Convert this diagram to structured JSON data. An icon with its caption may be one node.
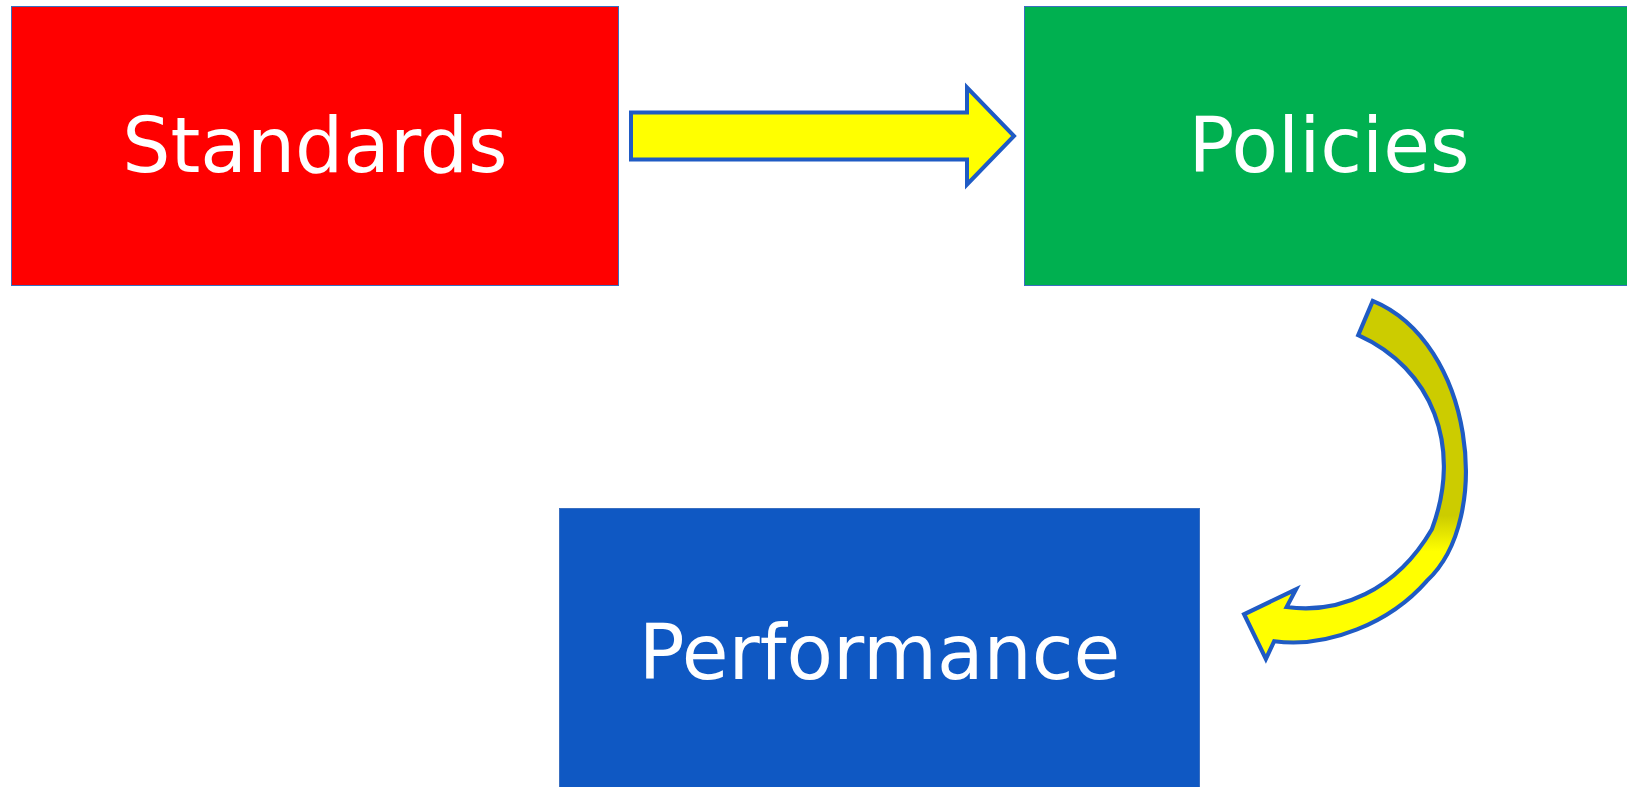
{
  "diagram": {
    "nodes": [
      {
        "text": [
          "Standards"
        ]
      },
      {
        "text": [
          "Policies"
        ]
      },
      {
        "text": [
          "Performance"
        ]
      }
    ],
    "edges": [
      {
        "from": 0,
        "to": 1,
        "arrow": "to"
      },
      {
        "from": 1,
        "to": 2,
        "arrow": "to"
      }
    ]
  }
}
